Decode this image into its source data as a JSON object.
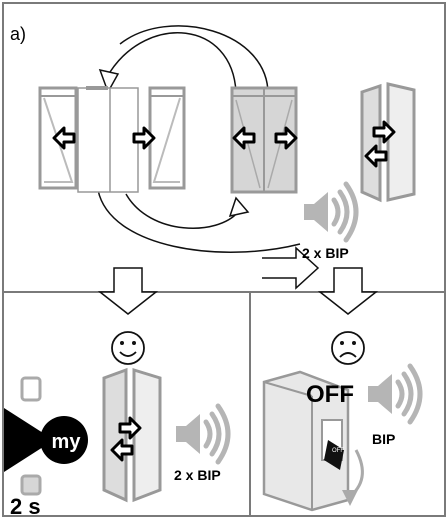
{
  "panel_a": {
    "label": "a)"
  },
  "beep": {
    "top": "2 x BIP",
    "middle": "2 x BIP",
    "right": "BIP"
  },
  "panel_right": {
    "off_label": "OFF",
    "switch_label": "OFF"
  },
  "panel_left": {
    "logo_text": "my",
    "duration": "2 s"
  },
  "colors": {
    "frame": "#7a7a7a",
    "panel_fill": "#d6d6d6",
    "panel_stroke": "#999999",
    "speaker": "#b5b5b5",
    "ink": "#000000",
    "arrow_stroke": "#111111"
  },
  "icons": {
    "happy": "smiley-happy-icon",
    "sad": "smiley-sad-icon",
    "speaker": "speaker-icon",
    "remote": "remote-button-icon",
    "arrows": "double-arrow-icon"
  }
}
